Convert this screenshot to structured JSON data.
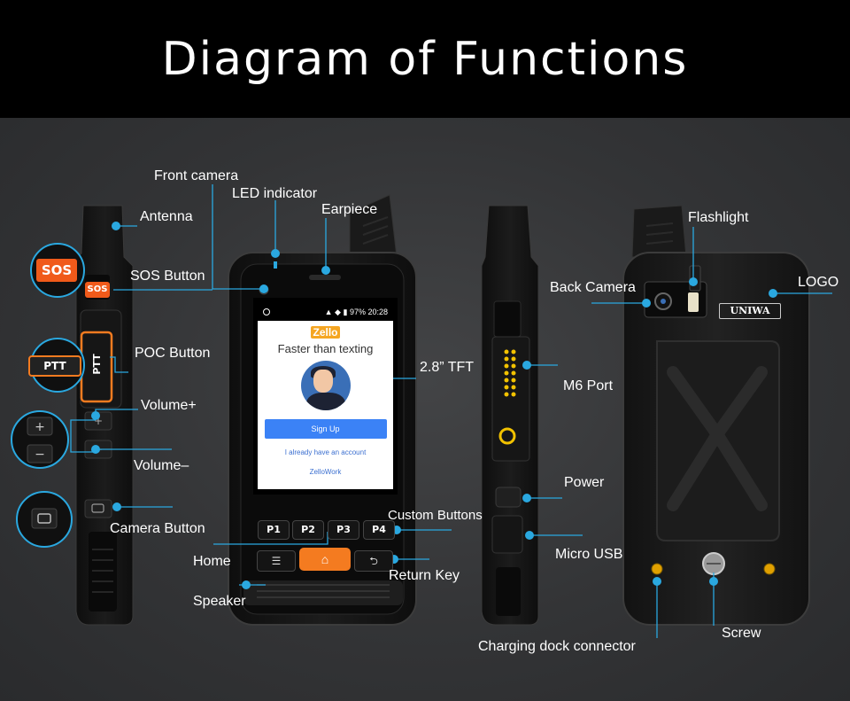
{
  "header": {
    "title": "Diagram of Functions"
  },
  "callouts": {
    "front_camera": "Front camera",
    "led_indicator": "LED indicator",
    "earpiece": "Earpiece",
    "antenna": "Antenna",
    "sos_button": "SOS Button",
    "poc_button": "POC Button",
    "volume_plus": "Volume+",
    "volume_minus": "Volume–",
    "camera_button": "Camera Button",
    "home": "Home",
    "speaker": "Speaker",
    "tft": "2.8” TFT",
    "custom_buttons": "Custom Buttons",
    "return_key": "Return Key",
    "back_camera": "Back Camera",
    "flashlight": "Flashlight",
    "logo": "LOGO",
    "m6_port": "M6 Port",
    "power": "Power",
    "micro_usb": "Micro USB",
    "charging_dock": "Charging dock connector",
    "screw": "Screw"
  },
  "phone": {
    "status_battery": "97%",
    "status_time": "20:28",
    "app_logo": "Zello",
    "tagline": "Faster than texting",
    "signup": "Sign Up",
    "have_account": "I already have an account",
    "zellowork": "ZelloWork",
    "keys": [
      "P1",
      "P2",
      "P3",
      "P4"
    ],
    "menu_key": "☰",
    "home_key": "⌂",
    "return_key": "⮌",
    "sos_label": "SOS",
    "ptt_label": "PTT",
    "brand": "UNIWA"
  },
  "colors": {
    "callout": "#2aa8e0",
    "accent": "#f47b20",
    "background": "#2e2f31",
    "header": "#000000"
  }
}
